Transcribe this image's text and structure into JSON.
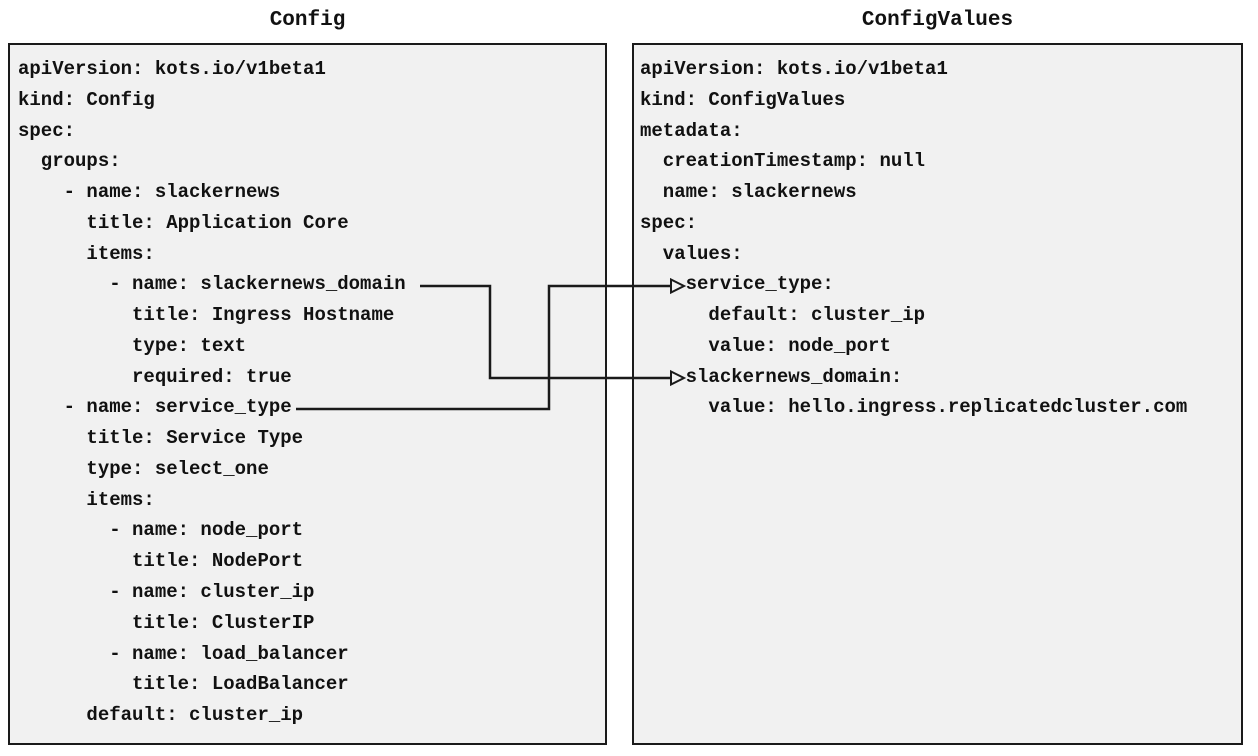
{
  "diagram": {
    "panels": {
      "left": {
        "title": "Config",
        "yaml": "apiVersion: kots.io/v1beta1\nkind: Config\nspec:\n  groups:\n    - name: slackernews\n      title: Application Core\n      items:\n        - name: slackernews_domain\n          title: Ingress Hostname\n          type: text\n          required: true\n    - name: service_type\n      title: Service Type\n      type: select_one\n      items:\n        - name: node_port\n          title: NodePort\n        - name: cluster_ip\n          title: ClusterIP\n        - name: load_balancer\n          title: LoadBalancer\n      default: cluster_ip"
      },
      "right": {
        "title": "ConfigValues",
        "yaml": "apiVersion: kots.io/v1beta1\nkind: ConfigValues\nmetadata:\n  creationTimestamp: null\n  name: slackernews\nspec:\n  values:\n    service_type:\n      default: cluster_ip\n      value: node_port\n    slackernews_domain:\n      value: hello.ingress.replicatedcluster.com"
      }
    },
    "connections": [
      {
        "from": "Config item slackernews_domain",
        "to": "ConfigValues value slackernews_domain"
      },
      {
        "from": "Config item service_type",
        "to": "ConfigValues value service_type"
      }
    ],
    "colors": {
      "panel_bg": "#f1f1f1",
      "border": "#1a1a1a",
      "text": "#111111",
      "arrow": "#1a1a1a",
      "page_bg": "#ffffff"
    }
  }
}
